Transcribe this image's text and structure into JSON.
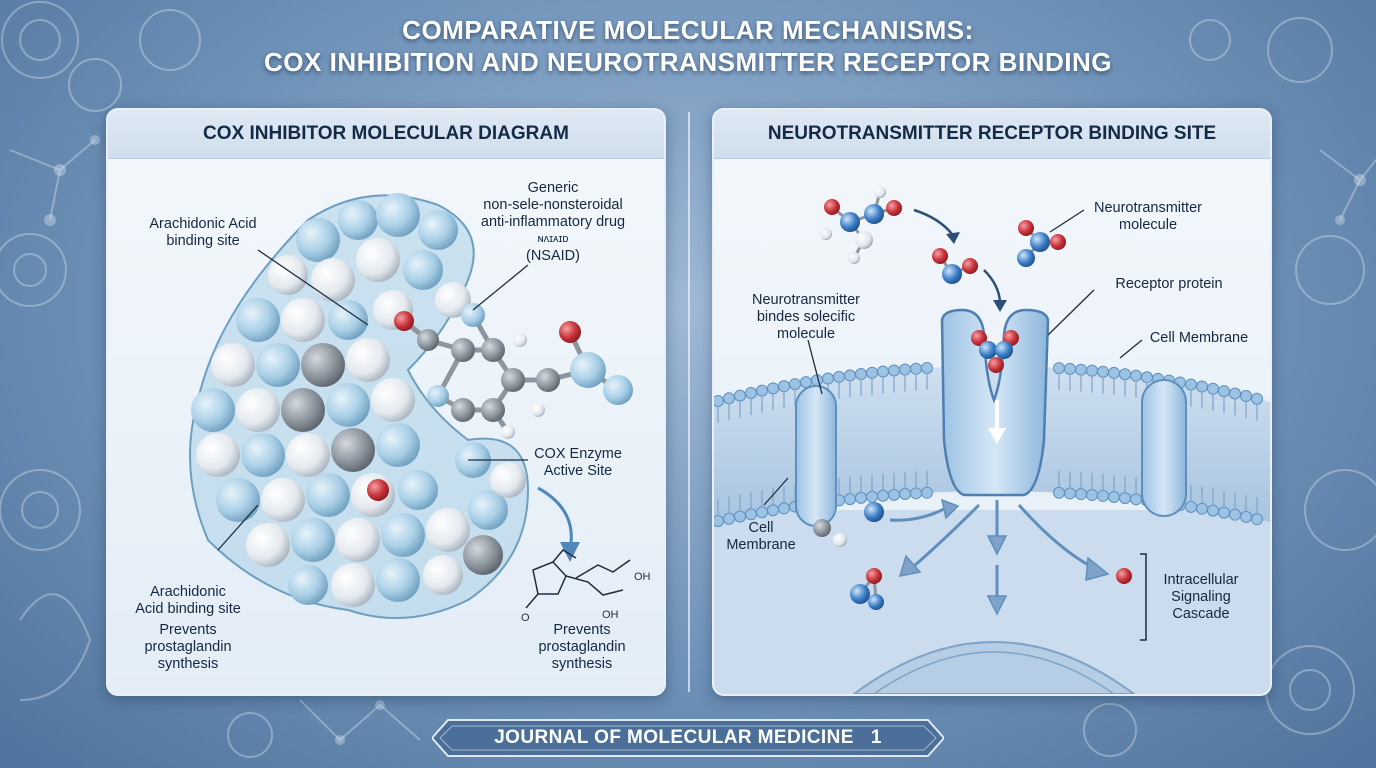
{
  "title": {
    "line1": "COMPARATIVE MOLECULAR MECHANISMS:",
    "line2": "COX INHIBITION AND NEUROTRANSMITTER RECEPTOR BINDING"
  },
  "left_panel": {
    "header": "COX INHIBITOR MOLECULAR DIAGRAM",
    "labels": {
      "arachidonic_top_1": "Arachidonic Acid",
      "arachidonic_top_2": "binding site",
      "nsaid_1": "Generic",
      "nsaid_2": "non-sele-nonsteroidal",
      "nsaid_3": "anti-inflammatory drug",
      "nsaid_4": "ɴʌɪᴀɪᴅ",
      "nsaid_5": "(NSAID)",
      "cox_site_1": "COX Enzyme",
      "cox_site_2": "Active Site",
      "arachidonic_bottom_1": "Arachidonic",
      "arachidonic_bottom_2": "Acid binding site",
      "prevents_left_1": "Prevents",
      "prevents_left_2": "prostaglandin",
      "prevents_left_3": "synthesis",
      "prevents_right_1": "Prevents",
      "prevents_right_2": "prostaglandin",
      "prevents_right_3": "synthesis",
      "structure_oh_1": "OH",
      "structure_oh_2": "OH",
      "structure_o": "O"
    }
  },
  "right_panel": {
    "header": "NEUROTRANSMITTER RECEPTOR BINDING SITE",
    "labels": {
      "nt_molecule_1": "Neurotransmitter",
      "nt_molecule_2": "molecule",
      "binds_1": "Neurotransmitter",
      "binds_2": "bindes solecific",
      "binds_3": "molecule",
      "receptor": "Receptor protein",
      "membrane_right": "Cell Membrane",
      "membrane_left_1": "Cell",
      "membrane_left_2": "Membrane",
      "cascade_1": "Intracellular",
      "cascade_2": "Signaling",
      "cascade_3": "Cascade"
    }
  },
  "footer": {
    "journal": "JOURNAL OF MOLECULAR MEDICINE",
    "page": "1"
  },
  "colors": {
    "protein_blue": "#a9cfe6",
    "atom_white": "#f2f5f8",
    "atom_gray": "#8d959e",
    "oxygen_red": "#c8323a",
    "nitrogen_blue": "#3d7fc8",
    "header_text": "#142a45"
  }
}
